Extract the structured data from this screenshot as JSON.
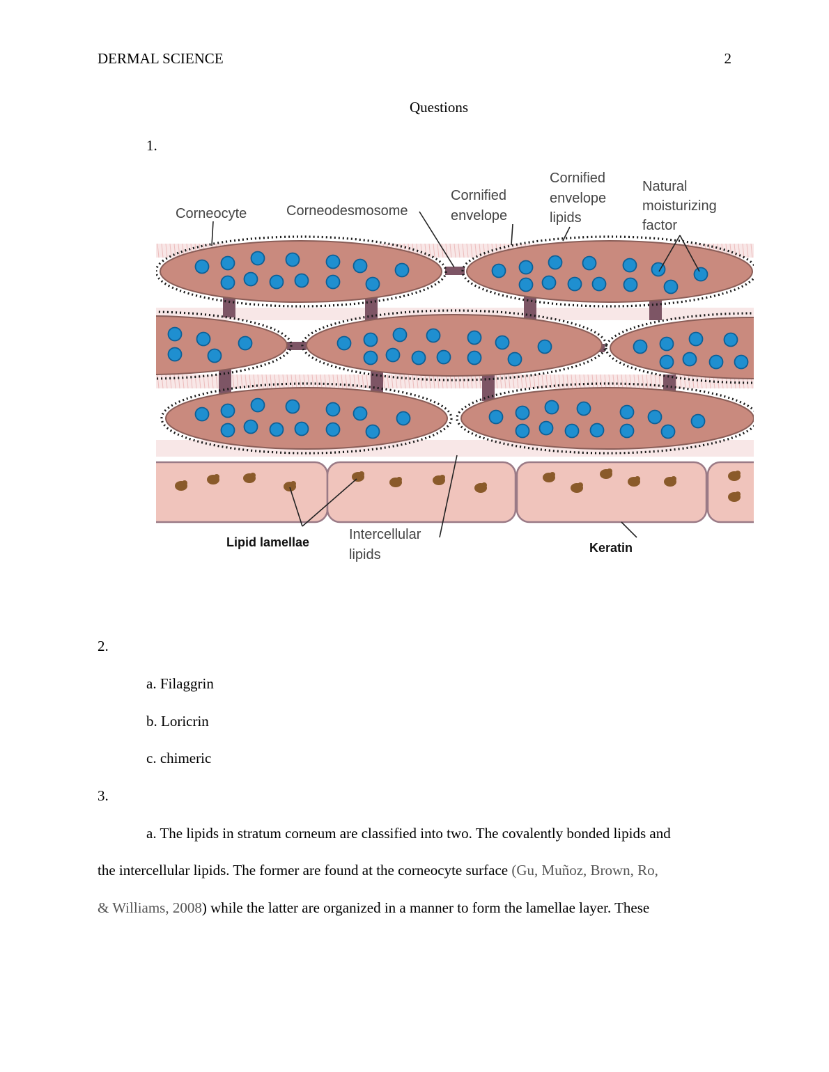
{
  "header": {
    "running_head": "DERMAL SCIENCE",
    "page_number": "2"
  },
  "section_title": "Questions",
  "question1": {
    "number": "1.",
    "figure_labels": {
      "corneocyte": "Corneocyte",
      "corneodesmosome": "Corneodesmosome",
      "cornified_envelope_line1": "Cornified",
      "cornified_envelope_line2": "envelope",
      "ce_lipids_line1": "Cornified",
      "ce_lipids_line2": "envelope",
      "ce_lipids_line3": "lipids",
      "nmf_line1": "Natural",
      "nmf_line2": "moisturizing",
      "nmf_line3": "factor",
      "lipid_lamellae": "Lipid lamellae",
      "intercellular_line1": "Intercellular",
      "intercellular_line2": "lipids",
      "keratin": "Keratin"
    },
    "colors": {
      "cell_fill": "#c98a7e",
      "cell_stroke": "#8a5e58",
      "nmf_dot": "#1f8fd0",
      "desmosome": "#7d5565",
      "lamellae_fill": "#f0c4bc",
      "keratin_granule": "#8a5a2a",
      "lipid_texture": "#f2d4d4"
    }
  },
  "question2": {
    "number": "2.",
    "items": [
      "a. Filaggrin",
      "b. Loricrin",
      "c. chimeric"
    ]
  },
  "question3": {
    "number": "3.",
    "line1": "a. The lipids in stratum corneum are classified into two. The covalently bonded lipids and",
    "line2_text": "the intercellular lipids. The former are found at the corneocyte surface ",
    "line2_cite": "(Gu, Muñoz, Brown, Ro,",
    "line3_cite": "& Williams, 2008",
    "line3_text": ") while the latter are organized in a manner to form the lamellae layer. These"
  }
}
